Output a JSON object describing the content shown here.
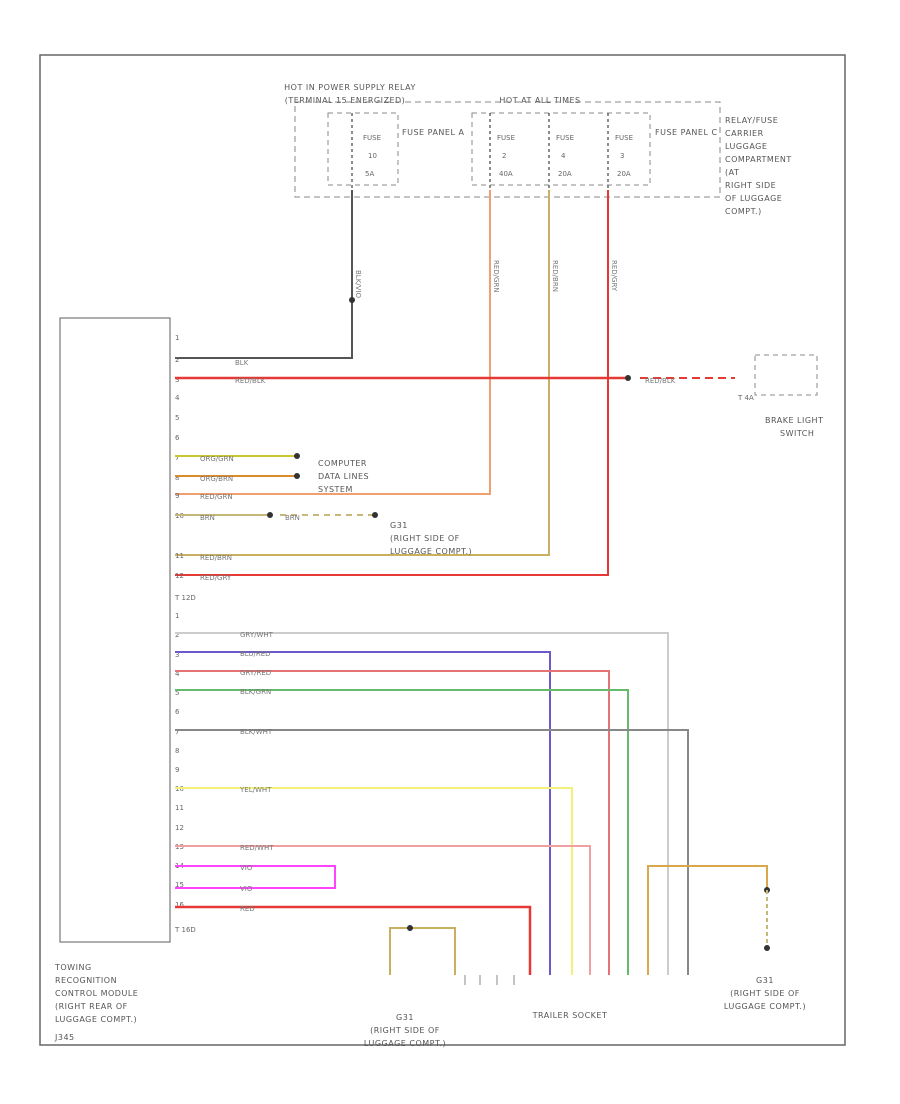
{
  "diagram": {
    "relay_title": "HOT IN POWER SUPPLY RELAY",
    "relay_subtitle": "(TERMINAL 15 ENERGIZED)",
    "hot_at_all_times": "HOT AT ALL TIMES",
    "fuse_panel_a": "FUSE PANEL A",
    "fuse_panel_c": "FUSE PANEL C",
    "fuses": [
      {
        "name": "FUSE",
        "number": "10",
        "rating": "5A"
      },
      {
        "name": "FUSE",
        "number": "2",
        "rating": "40A"
      },
      {
        "name": "FUSE",
        "number": "4",
        "rating": "20A"
      },
      {
        "name": "FUSE",
        "number": "3",
        "rating": "20A"
      }
    ],
    "relay_carrier_label": [
      "RELAY/FUSE",
      "CARRIER",
      "LUGGAGE",
      "COMPARTMENT",
      "(AT",
      "RIGHT SIDE",
      "OF LUGGAGE",
      "COMPT.)"
    ],
    "module_label": [
      "TOWING",
      "RECOGNITION",
      "CONTROL MODULE",
      "(RIGHT REAR OF",
      "LUGGAGE COMPT.)"
    ],
    "module_code": "J345",
    "connector_top": "T 12D",
    "connector_bottom": "T 16D",
    "brake_switch": [
      "BRAKE LIGHT",
      "SWITCH"
    ],
    "brake_connector": "T 4A",
    "computer_data": [
      "COMPUTER",
      "DATA LINES",
      "SYSTEM"
    ],
    "ground_center": [
      "G31",
      "(RIGHT SIDE OF",
      "LUGGAGE COMPT.)"
    ],
    "ground_bottom_left": [
      "G31",
      "(RIGHT SIDE OF",
      "LUGGAGE COMPT.)"
    ],
    "ground_bottom_right": [
      "G31",
      "(RIGHT SIDE OF",
      "LUGGAGE COMPT.)"
    ],
    "trailer_socket": "TRAILER SOCKET",
    "top_pins": [
      "1",
      "2",
      "3",
      "4",
      "5",
      "6",
      "7",
      "8",
      "9",
      "10",
      "11",
      "12"
    ],
    "bottom_pins": [
      "1",
      "2",
      "3",
      "4",
      "5",
      "6",
      "7",
      "8",
      "9",
      "10",
      "11",
      "12",
      "13",
      "14",
      "15",
      "16"
    ],
    "wires_top": [
      {
        "label": "BLK",
        "color": "#555555"
      },
      {
        "label": "RED/BLK",
        "color": "#e53935"
      },
      {
        "label": "ORG/GRN",
        "color": "#c8c832"
      },
      {
        "label": "ORG/BRN",
        "color": "#d98c2b"
      },
      {
        "label": "RED/GRN",
        "color": "#f0a070"
      },
      {
        "label": "BRN",
        "color": "#c8b878"
      },
      {
        "label": "RED/BRN",
        "color": "#c8b060"
      },
      {
        "label": "RED/GRY",
        "color": "#e53935"
      }
    ],
    "wires_bottom": [
      {
        "label": "GRY/WHT",
        "color": "#cccccc"
      },
      {
        "label": "BLU/RED",
        "color": "#6a5acd"
      },
      {
        "label": "GRY/RED",
        "color": "#e57373"
      },
      {
        "label": "BLK/GRN",
        "color": "#66bb6a"
      },
      {
        "label": "BLK/WHT",
        "color": "#888888"
      },
      {
        "label": "YEL/WHT",
        "color": "#f5f07a"
      },
      {
        "label": "RED/WHT",
        "color": "#f0a0a0"
      },
      {
        "label": "VIO",
        "color": "#ff44ff"
      },
      {
        "label": "VIO",
        "color": "#ff44ff"
      },
      {
        "label": "RED",
        "color": "#e53935"
      }
    ],
    "feed_labels": [
      "BLK/VIO",
      "RED/GRN",
      "RED/BRN",
      "RED/GRY"
    ],
    "brake_wire": "RED/BLK",
    "ground_wire": "BRN"
  }
}
